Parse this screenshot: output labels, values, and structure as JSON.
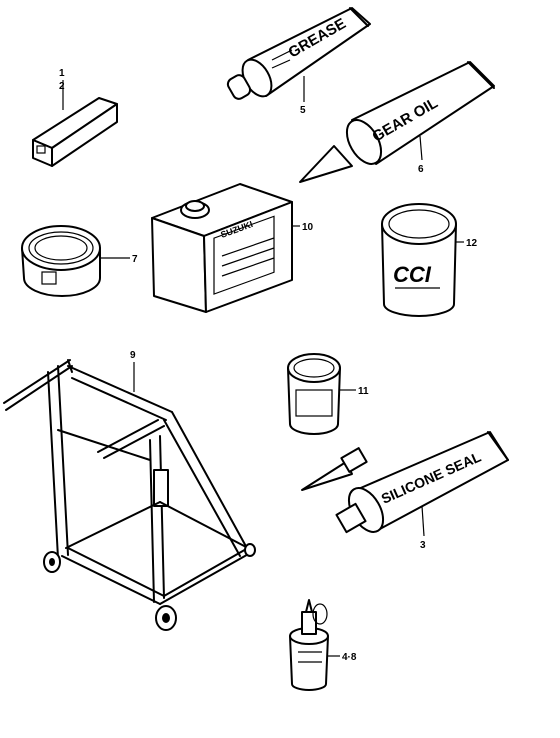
{
  "callouts": {
    "c1": "1",
    "c2": "2",
    "c3": "3",
    "c4_8": "4·8",
    "c5": "5",
    "c6": "6",
    "c7": "7",
    "c9": "9",
    "c10": "10",
    "c11": "11",
    "c12": "12"
  },
  "product_labels": {
    "grease": "GREASE",
    "gear_oil": "GEAR OIL",
    "silicone_seal": "SILICONE SEAL",
    "cci": "CCI",
    "suzuki": "SUZUKI"
  }
}
